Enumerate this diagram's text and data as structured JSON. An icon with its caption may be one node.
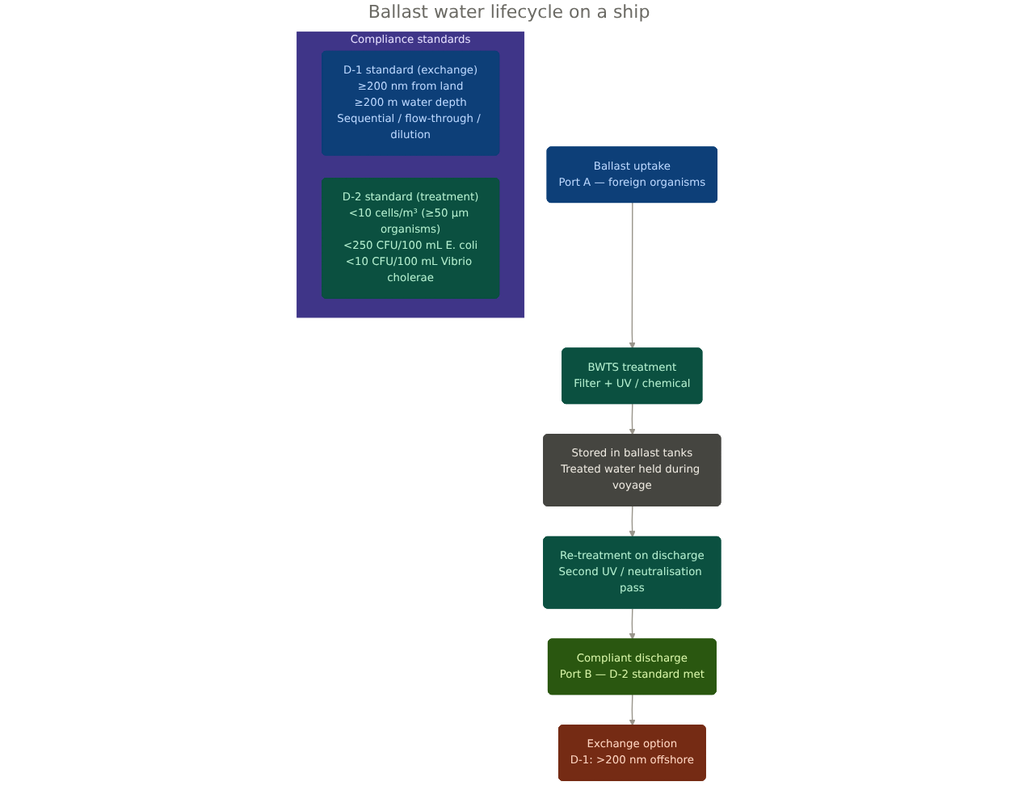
{
  "diagram": {
    "title": "Ballast water lifecycle on a ship",
    "nodes": [
      {
        "text": [
          "Ballast uptake",
          "Port A — foreign organisms"
        ]
      },
      {
        "text": [
          "BWTS treatment",
          "Filter + UV / chemical"
        ]
      },
      {
        "text": [
          "Stored in ballast tanks",
          "Treated water held during voyage"
        ]
      },
      {
        "text": [
          "Re-treatment on discharge",
          "Second UV / neutralisation pass"
        ]
      },
      {
        "text": [
          "Compliant discharge",
          "Port B — D-2 standard met"
        ]
      },
      {
        "text": [
          "Exchange option",
          "D-1: >200 nm offshore"
        ]
      },
      {
        "text": [
          "Compliance standards"
        ]
      },
      {
        "text": [
          "D-1 standard (exchange)",
          "≥200 nm from land",
          "≥200 m water depth",
          "Sequential / flow-through / dilution"
        ],
        "in": 6
      },
      {
        "text": [
          "D-2 standard (treatment)",
          "<10 cells/m³ (≥50 µm organisms)",
          "<250 CFU/100 mL E. coli",
          "<10 CFU/100 mL Vibrio cholerae"
        ],
        "in": 6
      }
    ],
    "edges": [
      {
        "from": 0,
        "to": 1,
        "arrow": "to"
      },
      {
        "from": 1,
        "to": 2,
        "arrow": "to"
      },
      {
        "from": 2,
        "to": 3,
        "arrow": "to"
      },
      {
        "from": 3,
        "to": 4,
        "arrow": "to"
      },
      {
        "from": 4,
        "to": 5,
        "arrow": "to"
      }
    ]
  }
}
